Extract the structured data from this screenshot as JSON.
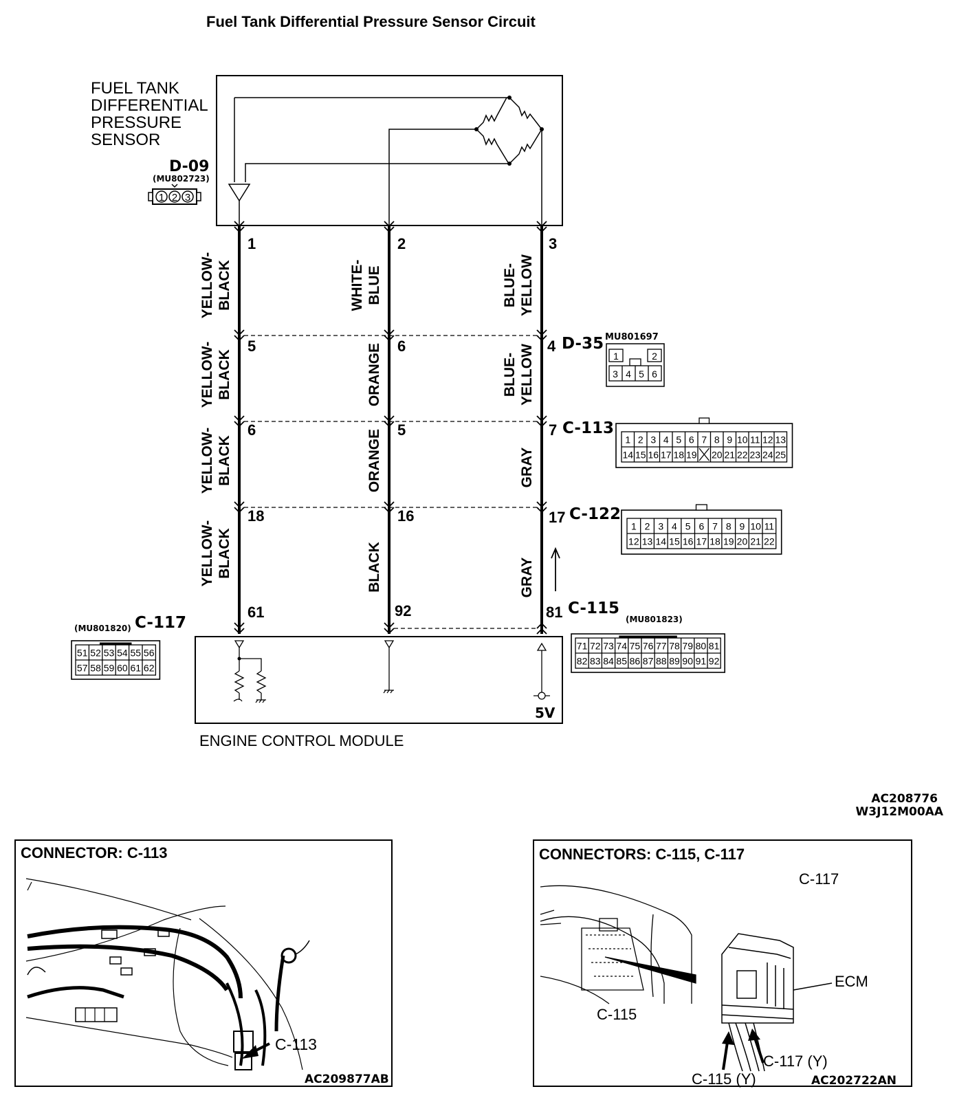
{
  "title": "Fuel Tank Differential Pressure Sensor Circuit",
  "sensor_label": [
    "FUEL TANK",
    "DIFFERENTIAL",
    "PRESSURE",
    "SENSOR"
  ],
  "d09": {
    "name": "D-09",
    "part": "(MU802723)",
    "pins": [
      "1",
      "2",
      "3"
    ]
  },
  "wires": [
    {
      "segments": [
        {
          "pin": "1",
          "color": [
            "YELLOW-",
            "BLACK"
          ]
        },
        {
          "pin": "5",
          "color": [
            "YELLOW-",
            "BLACK"
          ]
        },
        {
          "pin": "6",
          "color": [
            "YELLOW-",
            "BLACK"
          ]
        },
        {
          "pin": "18",
          "color": [
            "YELLOW-",
            "BLACK"
          ]
        }
      ],
      "ecm_pin": "61"
    },
    {
      "segments": [
        {
          "pin": "2",
          "color": [
            "WHITE-",
            "BLUE"
          ]
        },
        {
          "pin": "6",
          "color": [
            "ORANGE"
          ]
        },
        {
          "pin": "5",
          "color": [
            "ORANGE"
          ]
        },
        {
          "pin": "16",
          "color": [
            "BLACK"
          ]
        }
      ],
      "ecm_pin": "92"
    },
    {
      "segments": [
        {
          "pin": "3",
          "color": [
            "BLUE-",
            "YELLOW"
          ]
        },
        {
          "pin": "4",
          "color": [
            "BLUE-",
            "YELLOW"
          ]
        },
        {
          "pin": "7",
          "color": [
            "GRAY"
          ]
        },
        {
          "pin": "17",
          "color": [
            "GRAY"
          ]
        }
      ],
      "ecm_pin": "81"
    }
  ],
  "d35": {
    "name": "D-35",
    "part": "MU801697",
    "row1": [
      "1",
      "2"
    ],
    "row2": [
      "3",
      "4",
      "5",
      "6"
    ]
  },
  "c113": {
    "name": "C-113",
    "row1": [
      "1",
      "2",
      "3",
      "4",
      "5",
      "6",
      "7",
      "8",
      "9",
      "10",
      "11",
      "12",
      "13"
    ],
    "row2": [
      "14",
      "15",
      "16",
      "17",
      "18",
      "19",
      "",
      "20",
      "21",
      "22",
      "23",
      "24",
      "25"
    ]
  },
  "c122": {
    "name": "C-122",
    "row1": [
      "1",
      "2",
      "3",
      "4",
      "5",
      "6",
      "7",
      "8",
      "9",
      "10",
      "11"
    ],
    "row2": [
      "12",
      "13",
      "14",
      "15",
      "16",
      "17",
      "18",
      "19",
      "20",
      "21",
      "22"
    ]
  },
  "c115": {
    "name": "C-115",
    "part": "(MU801823)",
    "row1": [
      "71",
      "72",
      "73",
      "74",
      "75",
      "76",
      "77",
      "78",
      "79",
      "80",
      "81"
    ],
    "row2": [
      "82",
      "83",
      "84",
      "85",
      "86",
      "87",
      "88",
      "89",
      "90",
      "91",
      "92"
    ]
  },
  "c117": {
    "name": "C-117",
    "part": "(MU801820)",
    "row1": [
      "51",
      "52",
      "53",
      "54",
      "55",
      "56"
    ],
    "row2": [
      "57",
      "58",
      "59",
      "60",
      "61",
      "62"
    ]
  },
  "ecm_label": "ENGINE CONTROL MODULE",
  "five_v": "5V",
  "ref_codes": [
    "AC208776",
    "W3J12M00AA"
  ],
  "panel1": {
    "title": "CONNECTOR: C-113",
    "callout": "C-113",
    "code": "AC209877AB"
  },
  "panel2": {
    "title": "CONNECTORS: C-115, C-117",
    "c117": "C-117",
    "c115": "C-115",
    "ecm": "ECM",
    "c117y": "C-117 (Y)",
    "c115y": "C-115 (Y)",
    "code": "AC202722AN"
  }
}
